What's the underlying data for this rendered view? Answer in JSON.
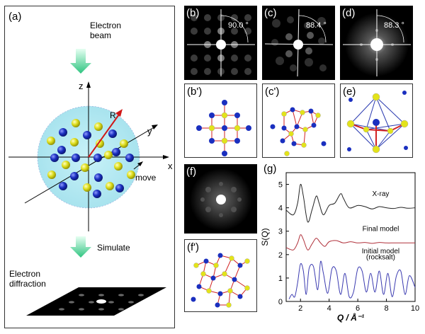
{
  "panel_a": {
    "label": "(a)",
    "beam_label_line1": "Electron",
    "beam_label_line2": "beam",
    "axis_z": "z",
    "axis_x": "x",
    "axis_y": "y",
    "radius_label": "R",
    "move_label": "move",
    "simulate_label": "Simulate",
    "diffraction_label_line1": "Electron",
    "diffraction_label_line2": "diffraction"
  },
  "panel_b": {
    "label": "(b)",
    "angle": "90.0 °"
  },
  "panel_c": {
    "label": "(c)",
    "angle": "88.4 °"
  },
  "panel_d": {
    "label": "(d)",
    "angle": "88.3 °"
  },
  "panel_b2": {
    "label": "(b')"
  },
  "panel_c2": {
    "label": "(c')"
  },
  "panel_e": {
    "label": "(e)"
  },
  "panel_f": {
    "label": "(f)"
  },
  "panel_f2": {
    "label": "(f')"
  },
  "panel_g": {
    "label": "(g)"
  },
  "colors": {
    "atom_blue": "#1a2fbf",
    "atom_yellow": "#e3e31a",
    "bond_red": "#d22222",
    "sphere_cyan": "#bfeef5",
    "arrow_green": "#3fcf8e",
    "xray_curve": "#222222",
    "final_curve": "#b0303a",
    "initial_curve": "#3a3ab0"
  },
  "chart_data": {
    "type": "line",
    "xlabel": "Q / Å⁻¹",
    "ylabel": "S(Q)",
    "xlim": [
      1,
      10
    ],
    "ylim": [
      0,
      5.5
    ],
    "xticks": [
      2,
      4,
      6,
      8,
      10
    ],
    "yticks": [
      0,
      1,
      2,
      3,
      4,
      5
    ],
    "series": [
      {
        "name": "X-ray",
        "annotation": "X-ray",
        "x": [
          1.0,
          1.5,
          1.8,
          2.0,
          2.2,
          2.5,
          2.8,
          3.1,
          3.3,
          3.6,
          4.0,
          4.4,
          4.8,
          5.0,
          5.4,
          6.0,
          6.5,
          7.0,
          7.5,
          8.0,
          8.5,
          9.0,
          9.5,
          10.0
        ],
        "y": [
          3.9,
          3.7,
          4.2,
          5.0,
          4.5,
          3.4,
          3.9,
          4.5,
          4.2,
          3.7,
          4.1,
          4.2,
          4.6,
          4.4,
          4.0,
          4.1,
          4.05,
          3.95,
          4.05,
          4.0,
          3.97,
          4.02,
          3.98,
          4.0
        ]
      },
      {
        "name": "Final model",
        "annotation": "Final model",
        "x": [
          1.0,
          1.5,
          1.8,
          2.0,
          2.2,
          2.5,
          2.8,
          3.1,
          3.4,
          3.7,
          4.0,
          4.5,
          5.0,
          5.5,
          6.0,
          6.5,
          7.0,
          7.5,
          8.0,
          8.5,
          9.0,
          9.5,
          10.0
        ],
        "y": [
          2.3,
          2.2,
          2.5,
          2.85,
          2.65,
          2.2,
          2.45,
          2.7,
          2.5,
          2.35,
          2.55,
          2.6,
          2.5,
          2.55,
          2.5,
          2.52,
          2.48,
          2.52,
          2.5,
          2.5,
          2.5,
          2.5,
          2.5
        ]
      },
      {
        "name": "Initial model (rocksalt)",
        "annotation_line1": "Initial model",
        "annotation_line2": "(rocksalt)",
        "x": [
          1.2,
          1.4,
          1.6,
          1.8,
          2.0,
          2.2,
          2.4,
          2.6,
          2.9,
          3.2,
          3.4,
          3.6,
          3.9,
          4.2,
          4.5,
          4.8,
          5.1,
          5.4,
          5.7,
          6.0,
          6.3,
          6.6,
          6.9,
          7.2,
          7.5,
          7.8,
          8.1,
          8.4,
          8.7,
          9.0,
          9.3,
          9.6,
          10.0
        ],
        "y": [
          0.1,
          0.3,
          0.2,
          0.8,
          1.6,
          1.3,
          0.3,
          1.4,
          1.5,
          0.5,
          1.7,
          1.2,
          0.35,
          1.4,
          1.3,
          0.3,
          1.2,
          0.2,
          0.4,
          1.4,
          1.3,
          0.4,
          1.2,
          0.4,
          1.3,
          0.3,
          1.2,
          0.2,
          1.1,
          1.3,
          0.3,
          1.1,
          0.6
        ]
      }
    ]
  }
}
